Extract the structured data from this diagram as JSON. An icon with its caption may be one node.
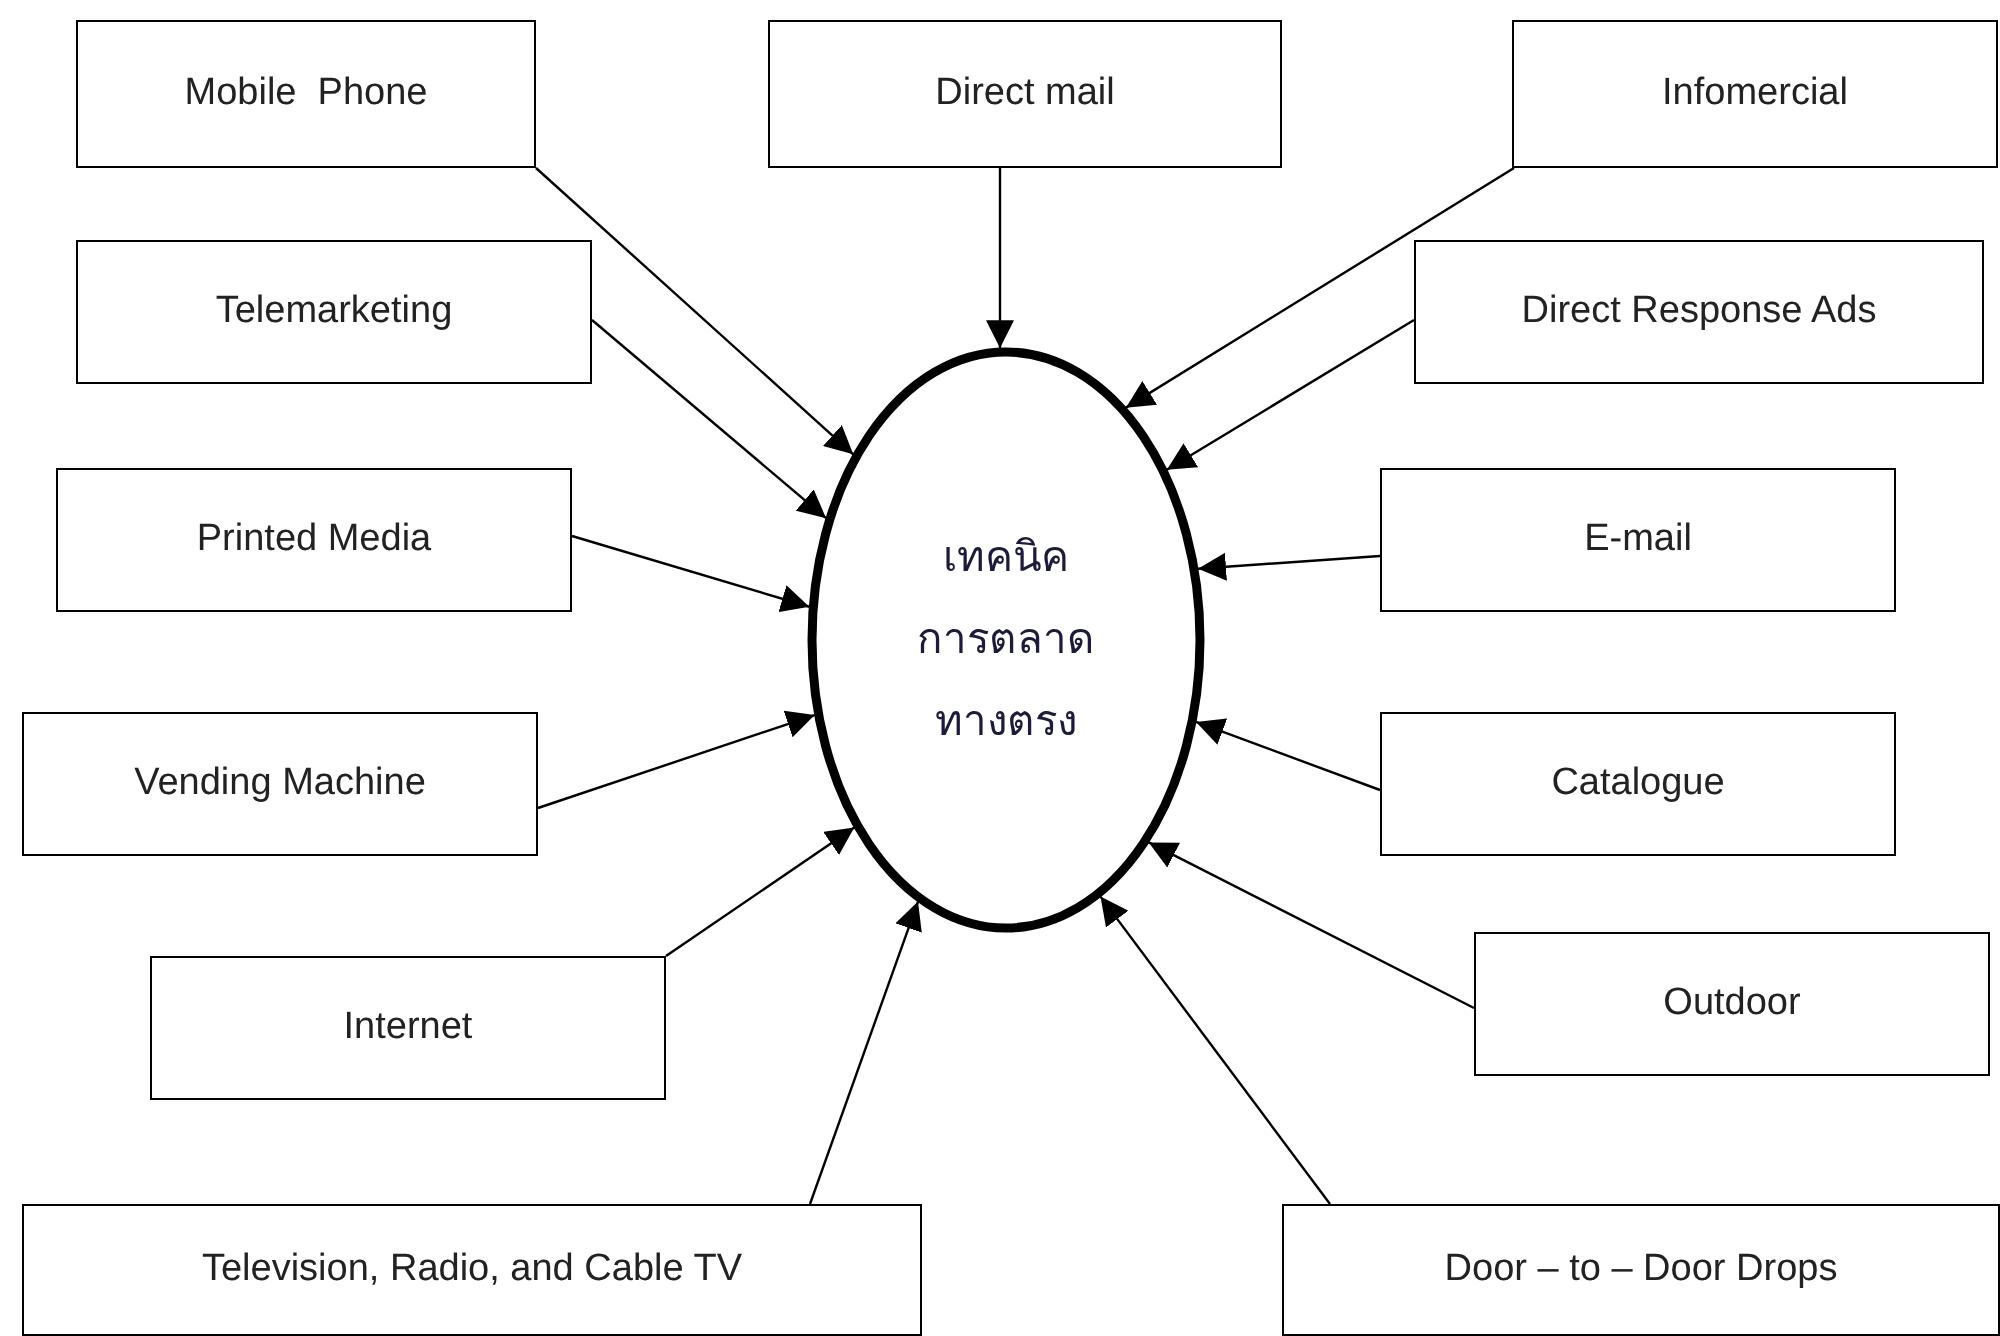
{
  "diagram": {
    "nodes": [
      {
        "text": [
          "Mobile  Phone"
        ]
      },
      {
        "text": [
          "Direct mail"
        ]
      },
      {
        "text": [
          "Infomercial"
        ]
      },
      {
        "text": [
          "Telemarketing"
        ]
      },
      {
        "text": [
          "Direct Response Ads"
        ]
      },
      {
        "text": [
          "Printed Media"
        ]
      },
      {
        "text": [
          "E-mail"
        ]
      },
      {
        "text": [
          "Vending Machine"
        ]
      },
      {
        "text": [
          "Catalogue"
        ]
      },
      {
        "text": [
          "Internet"
        ]
      },
      {
        "text": [
          "Outdoor"
        ]
      },
      {
        "text": [
          "Television, Radio, and Cable TV"
        ]
      },
      {
        "text": [
          "Door – to – Door Drops"
        ]
      },
      {
        "text": [
          "เทคนิคการตลาดทางตรง"
        ]
      }
    ],
    "edges": [
      {
        "from": 0,
        "to": 13,
        "arrow": "to"
      },
      {
        "from": 1,
        "to": 13,
        "arrow": "to"
      },
      {
        "from": 2,
        "to": 13,
        "arrow": "to"
      },
      {
        "from": 3,
        "to": 13,
        "arrow": "to"
      },
      {
        "from": 4,
        "to": 13,
        "arrow": "to"
      },
      {
        "from": 5,
        "to": 13,
        "arrow": "to"
      },
      {
        "from": 6,
        "to": 13,
        "arrow": "to"
      },
      {
        "from": 7,
        "to": 13,
        "arrow": "to"
      },
      {
        "from": 8,
        "to": 13,
        "arrow": "to"
      },
      {
        "from": 9,
        "to": 13,
        "arrow": "to"
      },
      {
        "from": 10,
        "to": 13,
        "arrow": "to"
      },
      {
        "from": 11,
        "to": 13,
        "arrow": "to"
      },
      {
        "from": 12,
        "to": 13,
        "arrow": "to"
      }
    ]
  }
}
